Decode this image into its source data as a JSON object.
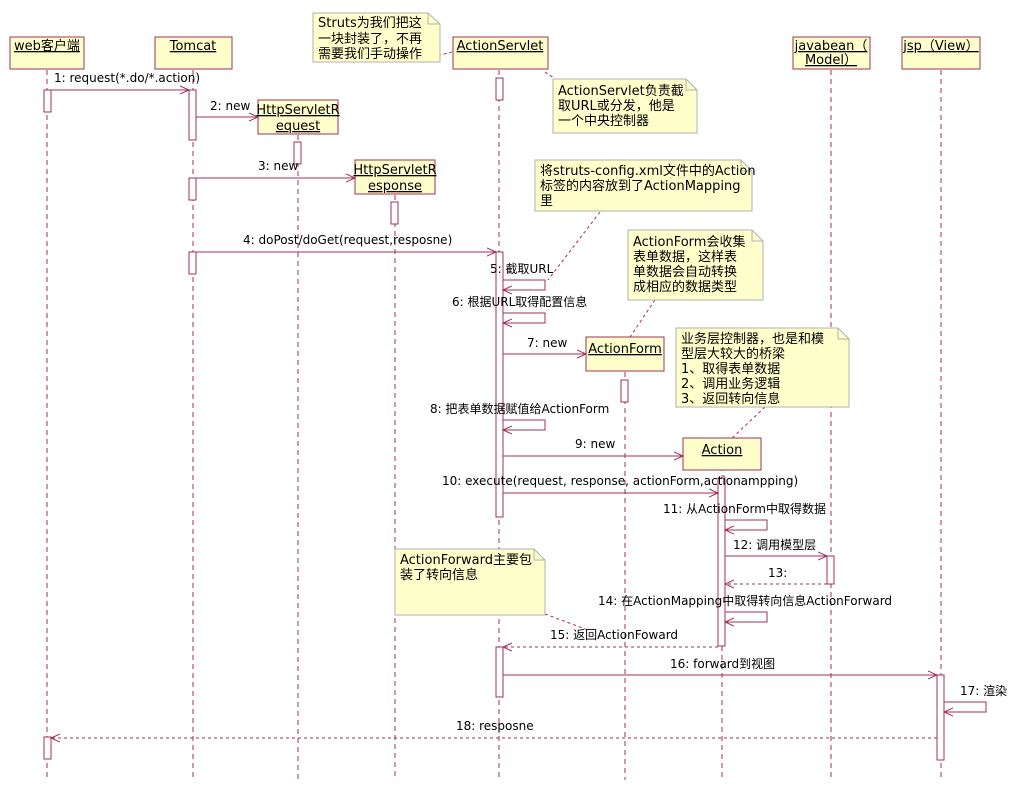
{
  "colors": {
    "line": "#a0305a",
    "box_fill": "#ffffcc",
    "box_stroke": "#a0305a",
    "note_fill": "#ffffcc",
    "note_stroke": "#b0b0b0",
    "text": "#000000"
  },
  "participants": {
    "client": "web客户端",
    "tomcat": "Tomcat",
    "servlet": "ActionServlet",
    "bean_1": "javabean（",
    "bean_2": "Model）",
    "jsp": "jsp（View）",
    "req_1": "HttpServletR",
    "req_2": "equest",
    "resp_1": "HttpServletR",
    "resp_2": "esponse",
    "form": "ActionForm",
    "action": "Action"
  },
  "messages": [
    "1: request(*.do/*.action)",
    "2: new",
    "3: new",
    "4: doPost/doGet(request,resposne)",
    "5: 截取URL",
    "6: 根据URL取得配置信息",
    "7: new",
    "8: 把表单数据赋值给ActionForm",
    "9: new",
    "10: execute(request, response, actionForm,actionampping)",
    "11: 从ActionForm中取得数据",
    "12: 调用模型层",
    "13:",
    "14: 在ActionMapping中取得转向信息ActionForward",
    "15: 返回ActionFoward",
    "16: forward到视图",
    "17: 渲染",
    "18: resposne"
  ],
  "notes": {
    "struts": [
      "Struts为我们把这",
      "一块封装了，不再",
      "需要我们手动操作"
    ],
    "servlet": [
      "ActionServlet负责截",
      "取URL或分发，他是",
      "一个中央控制器"
    ],
    "config": [
      "将struts-config.xml文件中的Action",
      "标签的内容放到了ActionMapping",
      "里"
    ],
    "form": [
      "ActionForm会收集",
      "表单数据，这样表",
      "单数据会自动转换",
      "成相应的数据类型"
    ],
    "action": [
      "业务层控制器，也是和模",
      "型层大较大的桥梁",
      "1、取得表单数据",
      "2、调用业务逻辑",
      "3、返回转向信息"
    ],
    "forward": [
      "ActionForward主要包",
      "装了转向信息"
    ]
  }
}
